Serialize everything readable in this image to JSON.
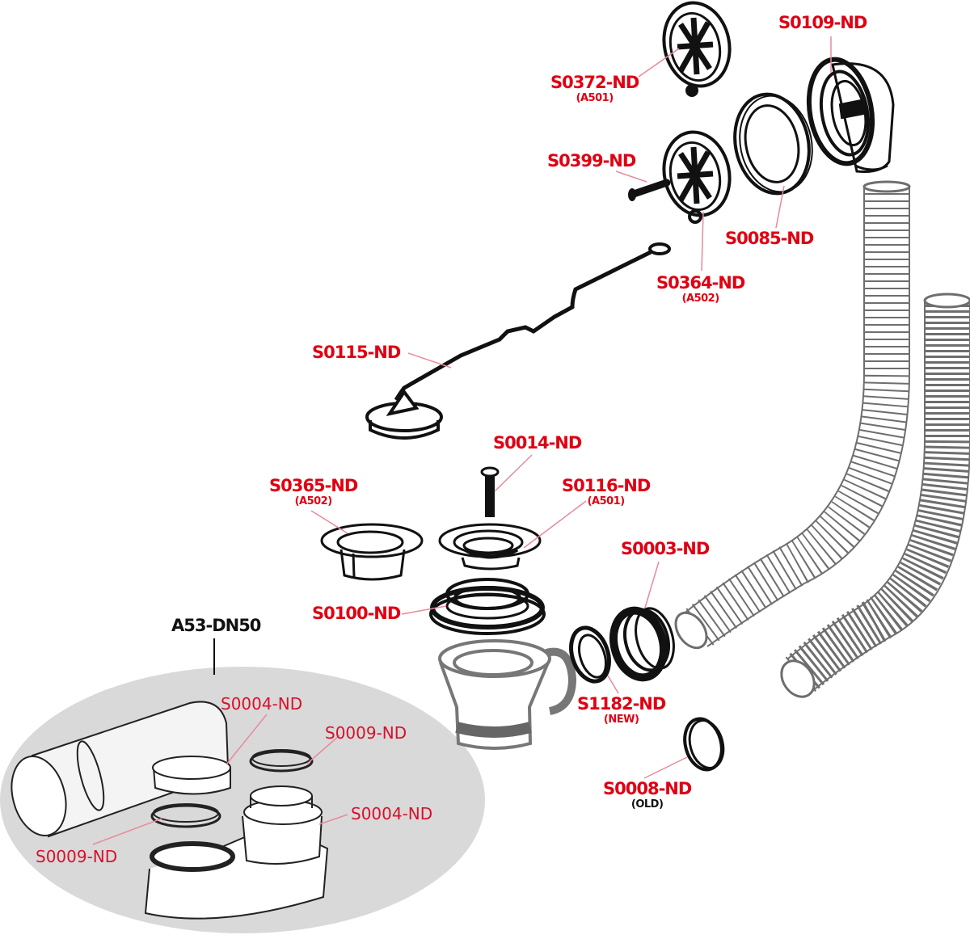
{
  "diagram": {
    "type": "exploded-parts-diagram",
    "subject": "bathtub waste and overflow set",
    "colors": {
      "label_red": "#e00012",
      "leader_pink": "#e88a9a",
      "outline_black": "#111111",
      "ghost_gray": "#6e6e6e",
      "inset_background": "#d9d9d9"
    },
    "parts": [
      {
        "id": "S0372-ND",
        "note": "(A501)",
        "name": "overflow grille"
      },
      {
        "id": "S0109-ND",
        "note": "",
        "name": "overflow elbow"
      },
      {
        "id": "S0399-ND",
        "note": "",
        "name": "overflow screw"
      },
      {
        "id": "S0085-ND",
        "note": "",
        "name": "overflow gasket"
      },
      {
        "id": "S0364-ND",
        "note": "(A502)",
        "name": "overflow grille with chain loop"
      },
      {
        "id": "S0115-ND",
        "note": "",
        "name": "plug with chain"
      },
      {
        "id": "S0014-ND",
        "note": "",
        "name": "waste screw"
      },
      {
        "id": "S0365-ND",
        "note": "(A502)",
        "name": "waste flange"
      },
      {
        "id": "S0116-ND",
        "note": "(A501)",
        "name": "waste flange with grid"
      },
      {
        "id": "S0003-ND",
        "note": "",
        "name": "union nut"
      },
      {
        "id": "S0100-ND",
        "note": "",
        "name": "waste gasket set"
      },
      {
        "id": "S1182-ND",
        "note": "(NEW)",
        "name": "seal ring new"
      },
      {
        "id": "S0008-ND",
        "note": "(OLD)",
        "name": "seal ring old"
      }
    ],
    "inset": {
      "title": "A53-DN50",
      "labels": [
        {
          "id": "S0004-ND",
          "position": "upper"
        },
        {
          "id": "S0009-ND",
          "position": "upper"
        },
        {
          "id": "S0004-ND",
          "position": "lower"
        },
        {
          "id": "S0009-ND",
          "position": "lower"
        }
      ]
    }
  }
}
